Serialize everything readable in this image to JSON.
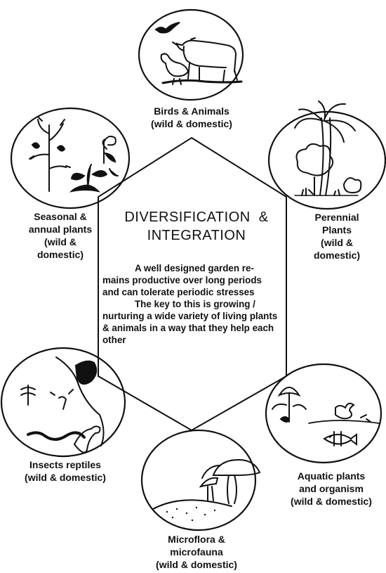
{
  "center": {
    "title_line1": "DIVERSIFICATION  &",
    "title_line2": "INTEGRATION",
    "paragraph1": "A well designed garden re-mains productive over long periods and can tolerate periodic stresses",
    "paragraph2": "The key to this is growing / nurturing a wide variety of living plants & animals in a way that they help each other"
  },
  "nodes": {
    "birds_animals": {
      "line1": "Birds & Animals",
      "line2": "(wild & domestic)"
    },
    "perennial": {
      "line1": "Perennial",
      "line2": "Plants",
      "line3": "(wild &",
      "line4": "domestic)"
    },
    "seasonal": {
      "line1": "Seasonal &",
      "line2": "annual plants",
      "line3": "(wild &",
      "line4": "domestic)"
    },
    "insects": {
      "line1": "Insects reptiles",
      "line2": "(wild & domestic)"
    },
    "aquatic": {
      "line1": "Aquatic plants",
      "line2": "and organism",
      "line3": "(wild & domestic)"
    },
    "microflora": {
      "line1": "Microflora &",
      "line2": "microfauna",
      "line3": "(wild & domestic)"
    }
  },
  "icons": [
    "bird-cow-icon",
    "palm-tree-icon",
    "seasonal-plants-icon",
    "insects-reptiles-icon",
    "aquatic-life-icon",
    "mushroom-icon"
  ]
}
